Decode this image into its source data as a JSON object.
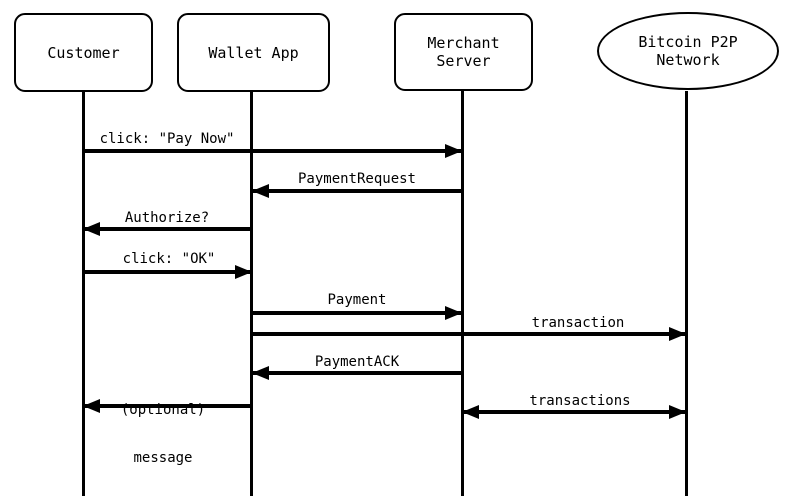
{
  "diagram_type": "sequence-diagram",
  "colors": {
    "line": "#000000",
    "background": "#ffffff",
    "text": "#000000"
  },
  "participants": [
    {
      "name": "Customer",
      "shape": "rounded-rect"
    },
    {
      "name": "Wallet App",
      "shape": "rounded-rect"
    },
    {
      "name": "Merchant Server",
      "shape": "rounded-rect"
    },
    {
      "name": "Bitcoin P2P Network",
      "shape": "ellipse"
    }
  ],
  "messages": [
    {
      "label": "click: \"Pay Now\"",
      "from": "Customer",
      "to": "Merchant Server",
      "bidirectional": false
    },
    {
      "label": "PaymentRequest",
      "from": "Merchant Server",
      "to": "Wallet App",
      "bidirectional": false
    },
    {
      "label": "Authorize?",
      "from": "Wallet App",
      "to": "Customer",
      "bidirectional": false
    },
    {
      "label": "click: \"OK\"",
      "from": "Customer",
      "to": "Wallet App",
      "bidirectional": false
    },
    {
      "label": "Payment",
      "from": "Wallet App",
      "to": "Merchant Server",
      "bidirectional": false
    },
    {
      "label": "transaction",
      "from": "Wallet App",
      "to": "Bitcoin P2P Network",
      "bidirectional": false
    },
    {
      "label": "PaymentACK",
      "from": "Merchant Server",
      "to": "Wallet App",
      "bidirectional": false
    },
    {
      "label": "(optional) message",
      "label_line1": "(optional)",
      "label_line2": "message",
      "from": "Wallet App",
      "to": "Customer",
      "bidirectional": false
    },
    {
      "label": "transactions",
      "from": "Merchant Server",
      "to": "Bitcoin P2P Network",
      "bidirectional": true
    }
  ]
}
